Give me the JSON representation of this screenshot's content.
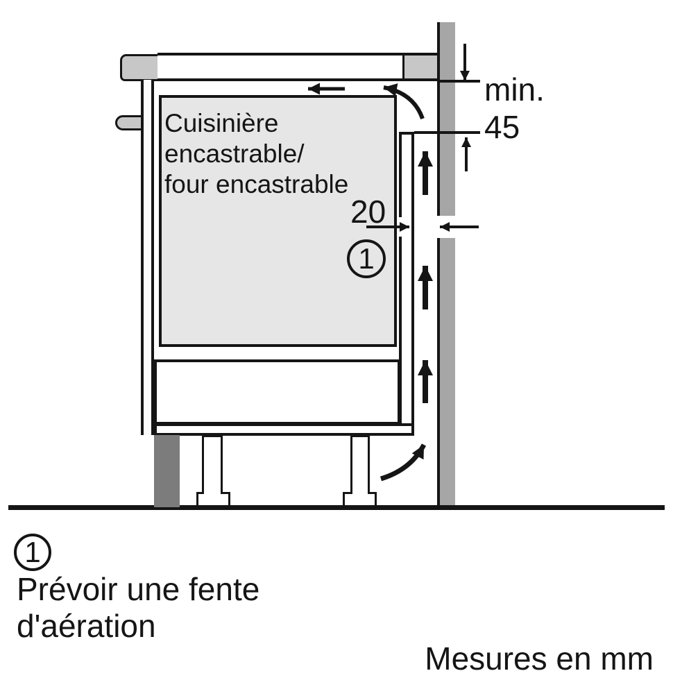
{
  "diagram": {
    "appliance_label_lines": [
      "Cuisinière",
      "encastrable/",
      "four encastrable"
    ],
    "dimensions": {
      "worktop_to_vent_clearance": {
        "prefix": "min.",
        "value": "45"
      },
      "wall_vent_gap": {
        "value": "20"
      }
    },
    "callout": {
      "number": "1"
    },
    "colors": {
      "line": "#151515",
      "appliance_fill": "#e6e6e6",
      "worktop_fill": "#c7c7c7",
      "wall_fill": "#a6a6a6",
      "plinth_fill": "#7c7c7c",
      "background": "#ffffff"
    }
  },
  "legend": {
    "callout_number": "1",
    "note_lines": [
      "Prévoir une fente",
      "d'aération"
    ]
  },
  "footer": {
    "units_note": "Mesures en mm"
  }
}
